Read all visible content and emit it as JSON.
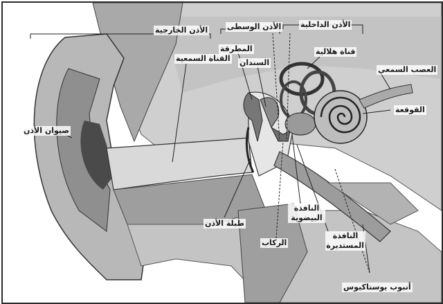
{
  "diagram": {
    "labels": {
      "outer_ear": "الأذن الخارجية",
      "middle_ear": "الأذن الوسطى",
      "inner_ear": "الأذن الداخلية",
      "ear_canal": "القناة السمعية",
      "malleus": "المطرقة",
      "incus": "السندان",
      "semicircular_canal": "قناة هلالية",
      "auditory_nerve": "العصب السمعي",
      "cochlea": "القوقعة",
      "pinna": "صيوان الأذن",
      "eardrum": "طبلة الأذن",
      "stapes": "الركاب",
      "oval_window_1": "النافذة",
      "oval_window_2": "البيضوية",
      "round_window_1": "النافذة",
      "round_window_2": "المستديرة",
      "eustachian_tube": "أنبوب يوستاكيوس"
    },
    "colors": {
      "bone": "#c9c9c9",
      "tissue": "#8c8c8c",
      "skin": "#b5b5b5",
      "dark": "#3c3c3c",
      "line": "#222222"
    }
  }
}
